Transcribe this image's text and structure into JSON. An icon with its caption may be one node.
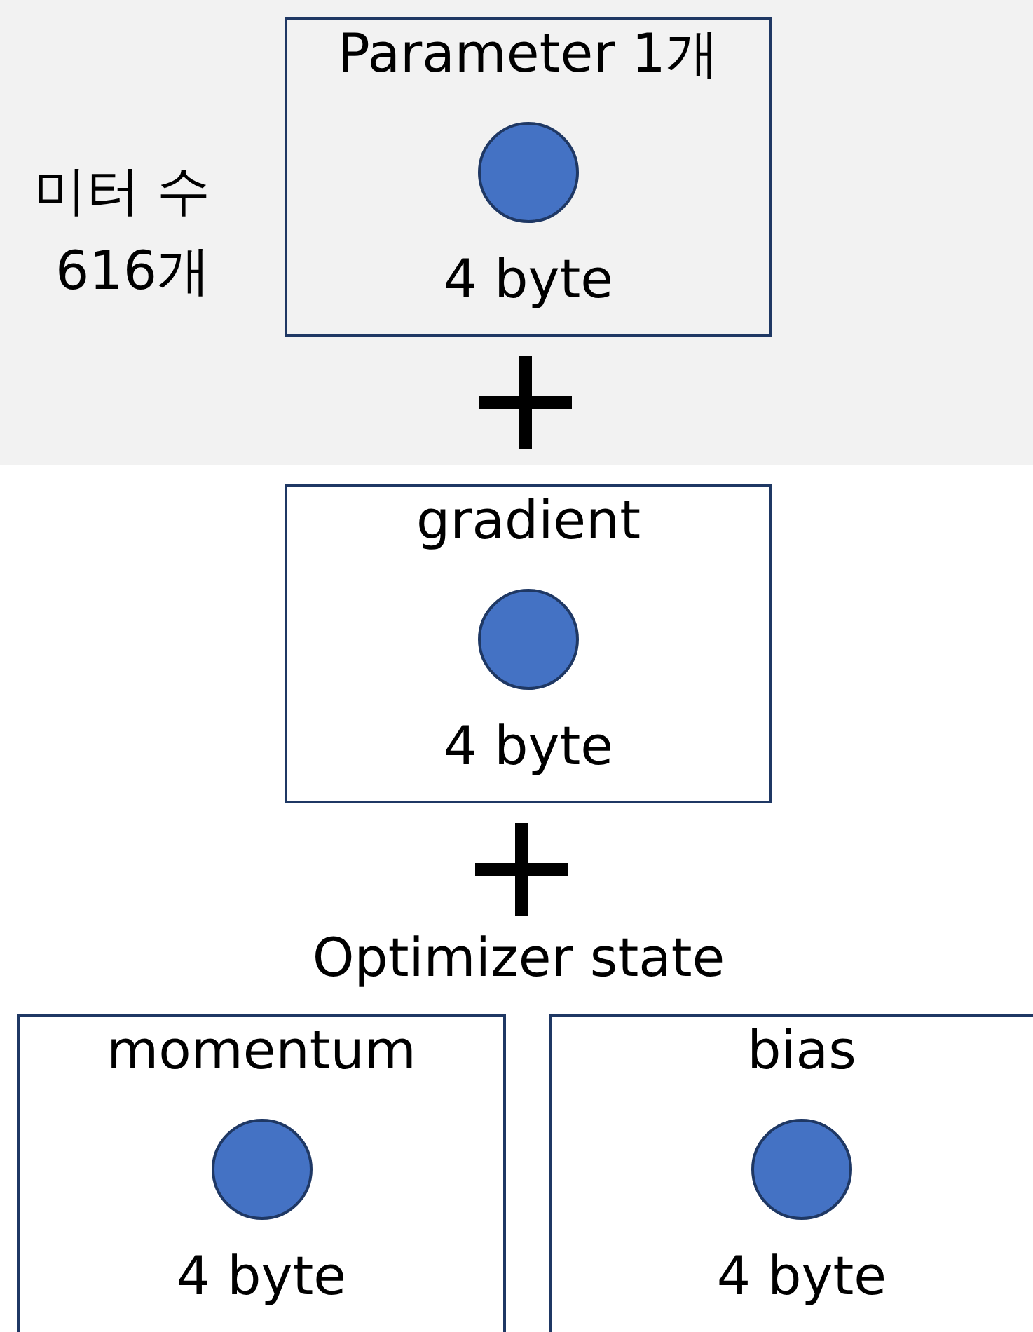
{
  "diagram": {
    "nodes": [
      {
        "text": [
          "Parameter 1개",
          "4 byte"
        ]
      },
      {
        "text": [
          "gradient",
          "4 byte"
        ]
      },
      {
        "text": [
          "momentum",
          "4 byte"
        ]
      },
      {
        "text": [
          "bias",
          "4 byte"
        ]
      }
    ],
    "labels": [
      "미터 수 616개",
      "Optimizer state"
    ]
  }
}
